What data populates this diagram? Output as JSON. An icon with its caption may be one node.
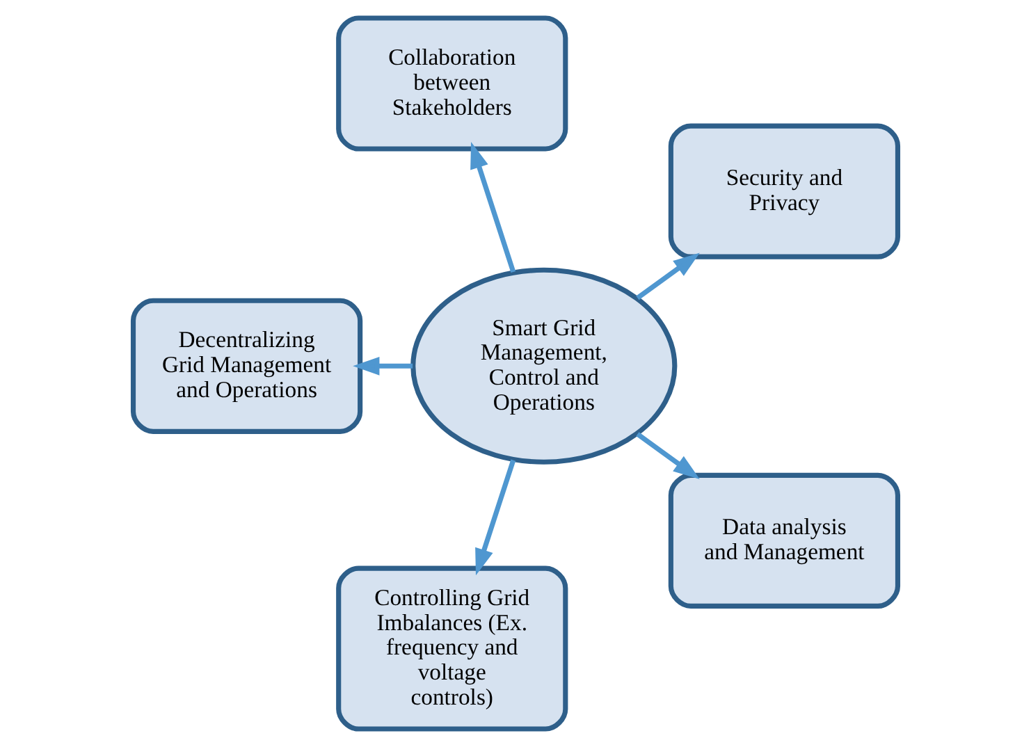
{
  "diagram": {
    "nodes": [
      {
        "text": [
          "Smart Grid Management, Control and Operations"
        ]
      },
      {
        "text": [
          "Security and Privacy"
        ]
      },
      {
        "text": [
          "Collaboration between Stakeholders"
        ]
      },
      {
        "text": [
          "Decentralizing Grid Management and Operations"
        ]
      },
      {
        "text": [
          "Controlling Grid Imbalances (Ex. frequency and voltage controls)"
        ]
      },
      {
        "text": [
          "Data analysis and Management"
        ]
      }
    ],
    "edges": [
      {
        "from": 0,
        "to": 1,
        "arrow": "to"
      },
      {
        "from": 0,
        "to": 2,
        "arrow": "to"
      },
      {
        "from": 0,
        "to": 3,
        "arrow": "to"
      },
      {
        "from": 0,
        "to": 4,
        "arrow": "to"
      },
      {
        "from": 0,
        "to": 5,
        "arrow": "to"
      }
    ]
  }
}
